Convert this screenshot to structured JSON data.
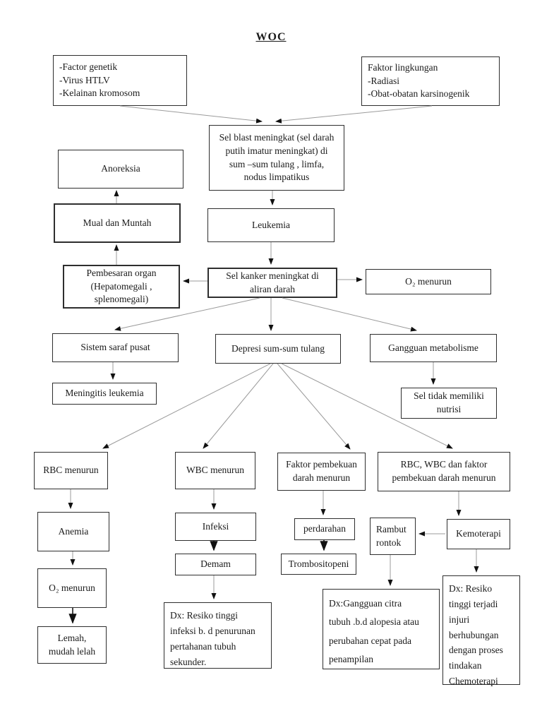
{
  "title": "WOC",
  "nodes": {
    "factor_genetik": {
      "text": "-Factor genetik\n-Virus HTLV\n-Kelainan kromosom"
    },
    "faktor_lingkungan": {
      "text": "Faktor lingkungan\n-Radiasi\n-Obat-obatan karsinogenik"
    },
    "sel_blast": {
      "text": "Sel blast meningkat (sel darah\nputih imatur meningkat) di\nsum –sum tulang , limfa,\nnodus limpatikus"
    },
    "anoreksia": {
      "text": "Anoreksia"
    },
    "mual_muntah": {
      "text": "Mual dan Muntah"
    },
    "leukemia": {
      "text": "Leukemia"
    },
    "sel_kanker": {
      "text": "Sel kanker meningkat di\naliran darah"
    },
    "pembesaran_organ": {
      "text": "Pembesaran organ\n(Hepatomegali ,\nsplenomegali)"
    },
    "o2_menurun_atas": {
      "text": "O₂ menurun"
    },
    "sistem_saraf": {
      "text": "Sistem saraf pusat"
    },
    "depresi": {
      "text": "Depresi sum-sum tulang"
    },
    "gangguan_metabolisme": {
      "text": "Gangguan metabolisme"
    },
    "meningitis": {
      "text": "Meningitis leukemia"
    },
    "sel_tidak_nutrisi": {
      "text": "Sel tidak memiliki\nnutrisi"
    },
    "rbc_menurun": {
      "text": "RBC menurun"
    },
    "wbc_menurun": {
      "text": "WBC menurun"
    },
    "faktor_pembekuan": {
      "text": "Faktor pembekuan\ndarah menurun"
    },
    "rbc_wbc_faktor": {
      "text": "RBC, WBC dan faktor\npembekuan darah menurun"
    },
    "anemia": {
      "text": "Anemia"
    },
    "infeksi": {
      "text": "Infeksi"
    },
    "perdarahan": {
      "text": "perdarahan"
    },
    "rambut_rontok": {
      "text": "Rambut\nrontok"
    },
    "kemoterapi": {
      "text": "Kemoterapi"
    },
    "o2_menurun_bawah": {
      "text": "O₂ menurun"
    },
    "demam": {
      "text": "Demam"
    },
    "trombositopeni": {
      "text": "Trombositopeni"
    },
    "dx_infeksi": {
      "text": "Dx: Resiko tinggi\ninfeksi b. d penurunan\npertahanan tubuh\nsekunder."
    },
    "dx_citra": {
      "text": "Dx:Gangguan citra\ntubuh .b.d alopesia atau\nperubahan cepat pada\npenampilan"
    },
    "dx_injuri": {
      "text": "Dx: Resiko\ntinggi terjadi\ninjuri\nberhubungan\ndengan proses\ntindakan\nChemoterapi"
    },
    "lemah": {
      "text": "Lemah,\nmudah lelah"
    }
  },
  "colors": {
    "line_light": "#9b9b9b",
    "line_dark": "#1c1c1c",
    "border": "#2e2e2e",
    "background": "#ffffff"
  }
}
